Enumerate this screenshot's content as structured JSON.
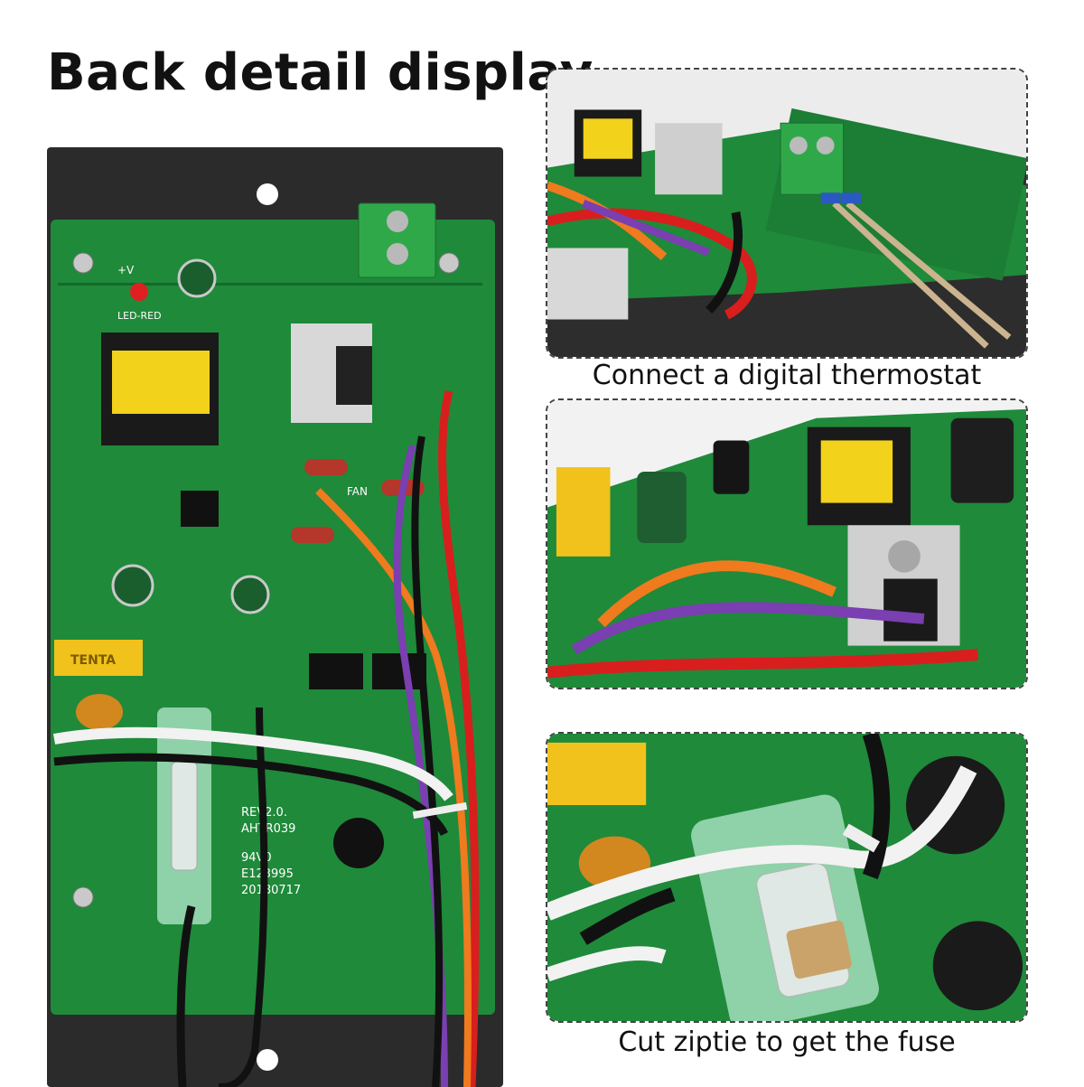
{
  "title": "Back detail display",
  "board": {
    "silkscreen": {
      "rev": "REV2.0.",
      "model": "AHTR039",
      "rating": "94V0",
      "cert": "E123995",
      "date": "20180717",
      "cap_brand": "TENTA",
      "fan": "FAN",
      "led": "LED-RED",
      "plus_v": "+V"
    }
  },
  "panels": [
    {
      "caption": "Connect a digital thermostat"
    },
    {
      "caption": ""
    },
    {
      "caption": "Cut ziptie to get the fuse"
    }
  ],
  "colors": {
    "pcb": "#1f8a3a",
    "pcb_dark": "#15692b",
    "plate": "#2b2b2b",
    "terminal": "#2fa84a",
    "transformer": "#f2d21b",
    "wire_red": "#d91e1e",
    "wire_orange": "#f07a1e",
    "wire_purple": "#7a3fb0",
    "wire_black": "#111111",
    "wire_white": "#f2f2f2",
    "fuse_holder": "#8fd1a8",
    "cap_yellow": "#f1c21b"
  }
}
